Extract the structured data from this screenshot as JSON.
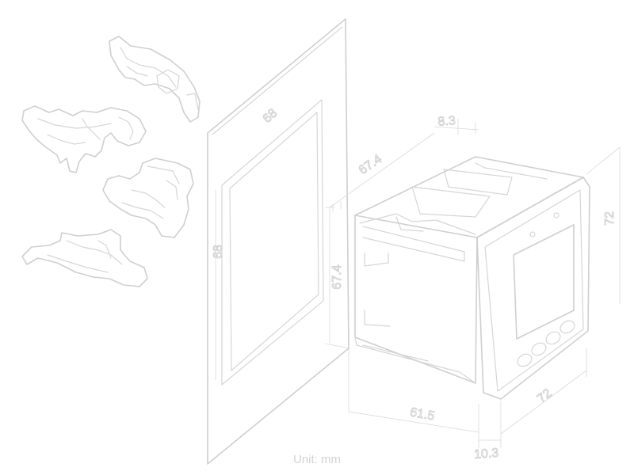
{
  "diagram": {
    "unit_label": "Unit: mm",
    "dimensions": {
      "bracket_width": "68",
      "panel_height": "68",
      "top_depth": "8.3",
      "side_depth": "67.4",
      "side_height": "67.4",
      "front_height": "72",
      "front_width": "72",
      "body_depth": "61.5",
      "bezel_depth": "10.3"
    }
  }
}
